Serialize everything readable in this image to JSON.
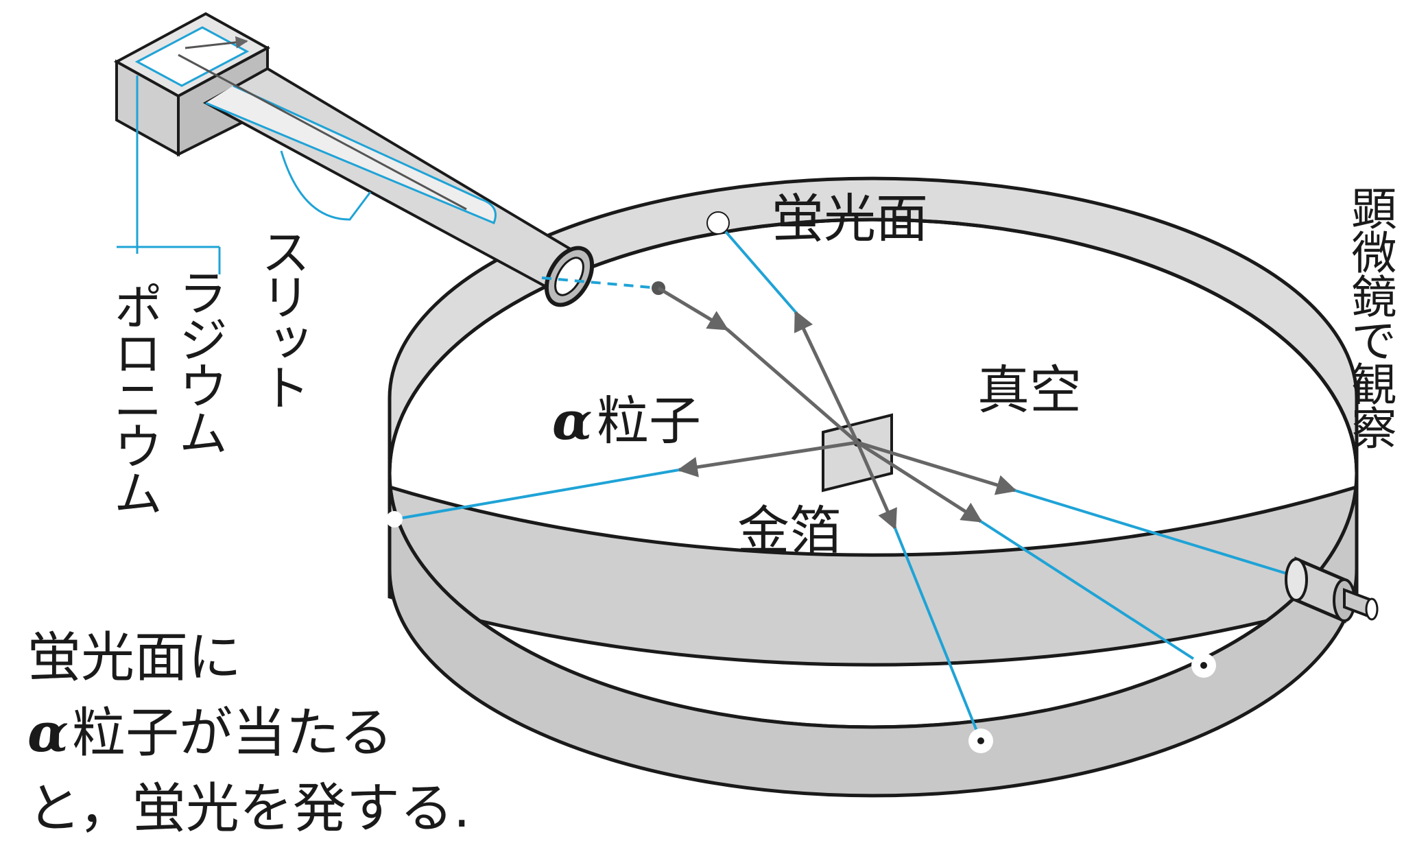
{
  "labels": {
    "screen": "蛍光面",
    "vacuum": "真空",
    "alpha_symbol": "α",
    "alpha_particle": "粒子",
    "gold_foil": "金箔",
    "slit": "スリット",
    "radium": "ラジウム",
    "polonium": "ポロニウム",
    "microscope": "顕微鏡で観察"
  },
  "caption": {
    "line1": "蛍光面に",
    "line2_symbol": "α",
    "line2_text": "粒子が当たる",
    "line3": "と，蛍光を発する."
  },
  "colors": {
    "beam": "#1fa3d6",
    "ring_fill": "#d4d4d4",
    "ring_dark": "#bdbdbd",
    "outline": "#1a1a1a",
    "arrow": "#666666",
    "foil": "#d9d9d9"
  }
}
